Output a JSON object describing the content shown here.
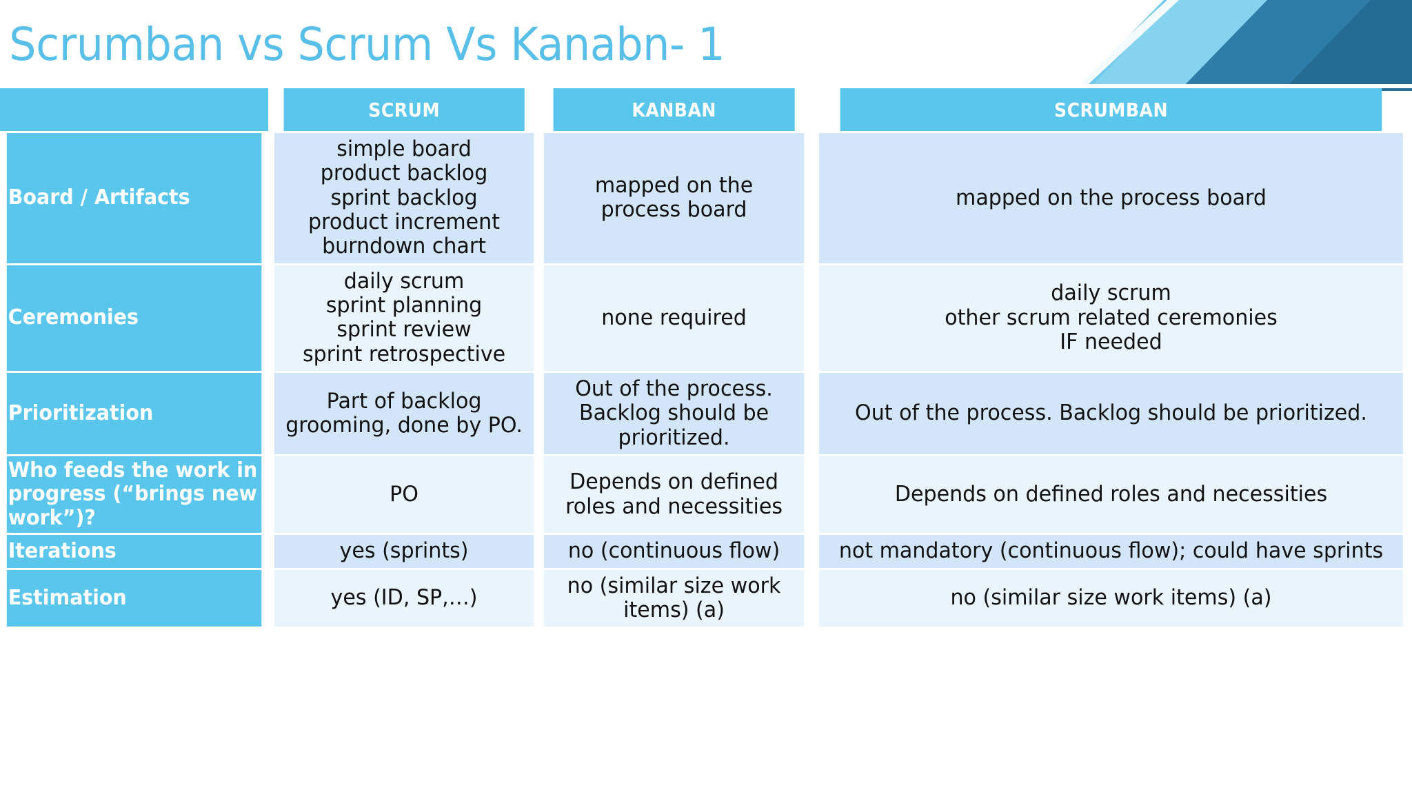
{
  "slide": {
    "title": "Scrumban vs Scrum Vs Kanabn- 1",
    "accent_blue": "#5AC6EC",
    "title_color": "#58BFE8",
    "band_a_color": "#D3E6F9",
    "band_b_color": "#EAF4FC",
    "deco_light_color": "#86D3EF",
    "deco_mid_color": "#6FC9EC",
    "deco_dark_color": "#2E7DA8"
  },
  "table": {
    "headers": [
      "",
      "SCRUM",
      "KANBAN",
      "SCRUMBAN"
    ],
    "rows": [
      {
        "label": "Board / Artifacts",
        "scrum": "simple board\nproduct backlog\nsprint backlog\nproduct increment\nburndown chart",
        "kanban": "mapped on the process board",
        "scrumban": "mapped on the process board"
      },
      {
        "label": "Ceremonies",
        "scrum": "daily scrum\nsprint planning\nsprint review\nsprint retrospective",
        "kanban": "none required",
        "scrumban": "daily scrum\nother scrum related ceremonies\nIF needed"
      },
      {
        "label": "Prioritization",
        "scrum": "Part of backlog grooming, done by PO.",
        "kanban": "Out of the process. Backlog should be prioritized.",
        "scrumban": "Out of the process. Backlog should be prioritized."
      },
      {
        "label": "Who feeds the work in progress (“brings new work”)?",
        "scrum": "PO",
        "kanban": "Depends on defined roles and necessities",
        "scrumban": "Depends on defined roles and necessities"
      },
      {
        "label": "Iterations",
        "scrum": "yes (sprints)",
        "kanban": "no (continuous flow)",
        "scrumban": "not mandatory (continuous flow); could have sprints"
      },
      {
        "label": "Estimation",
        "scrum": "yes (ID, SP,…)",
        "kanban": "no (similar size work items) (a)",
        "scrumban": "no (similar size work items) (a)"
      }
    ]
  }
}
